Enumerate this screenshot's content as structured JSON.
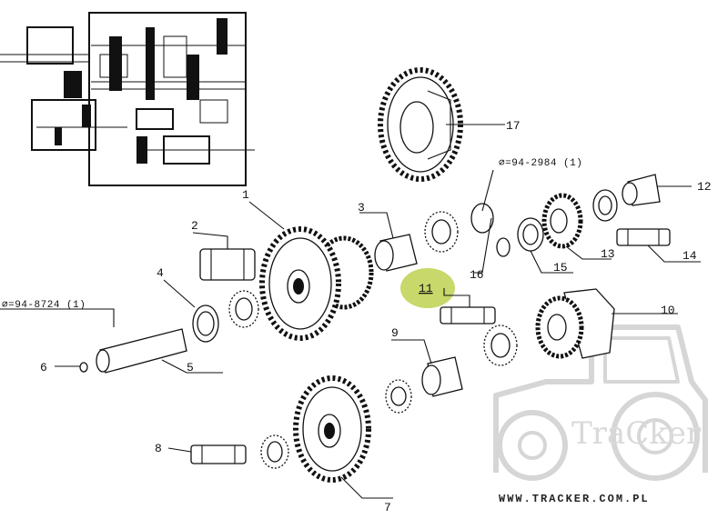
{
  "part_labels": [
    "1",
    "2",
    "3",
    "4",
    "5",
    "6",
    "7",
    "8",
    "9",
    "10",
    "11",
    "12",
    "13",
    "14",
    "15",
    "16",
    "17"
  ],
  "highlighted_label": "11",
  "references": {
    "ref_a": "⌀=94-2984 (1)",
    "ref_b": "⌀=94-8724 (1)"
  },
  "watermark": {
    "logo_text": "TraCker",
    "url": "WWW.TRACKER.COM.PL"
  },
  "colors": {
    "highlight": "#c8d86a",
    "line": "#111111",
    "watermark": "#d9d9d9"
  }
}
